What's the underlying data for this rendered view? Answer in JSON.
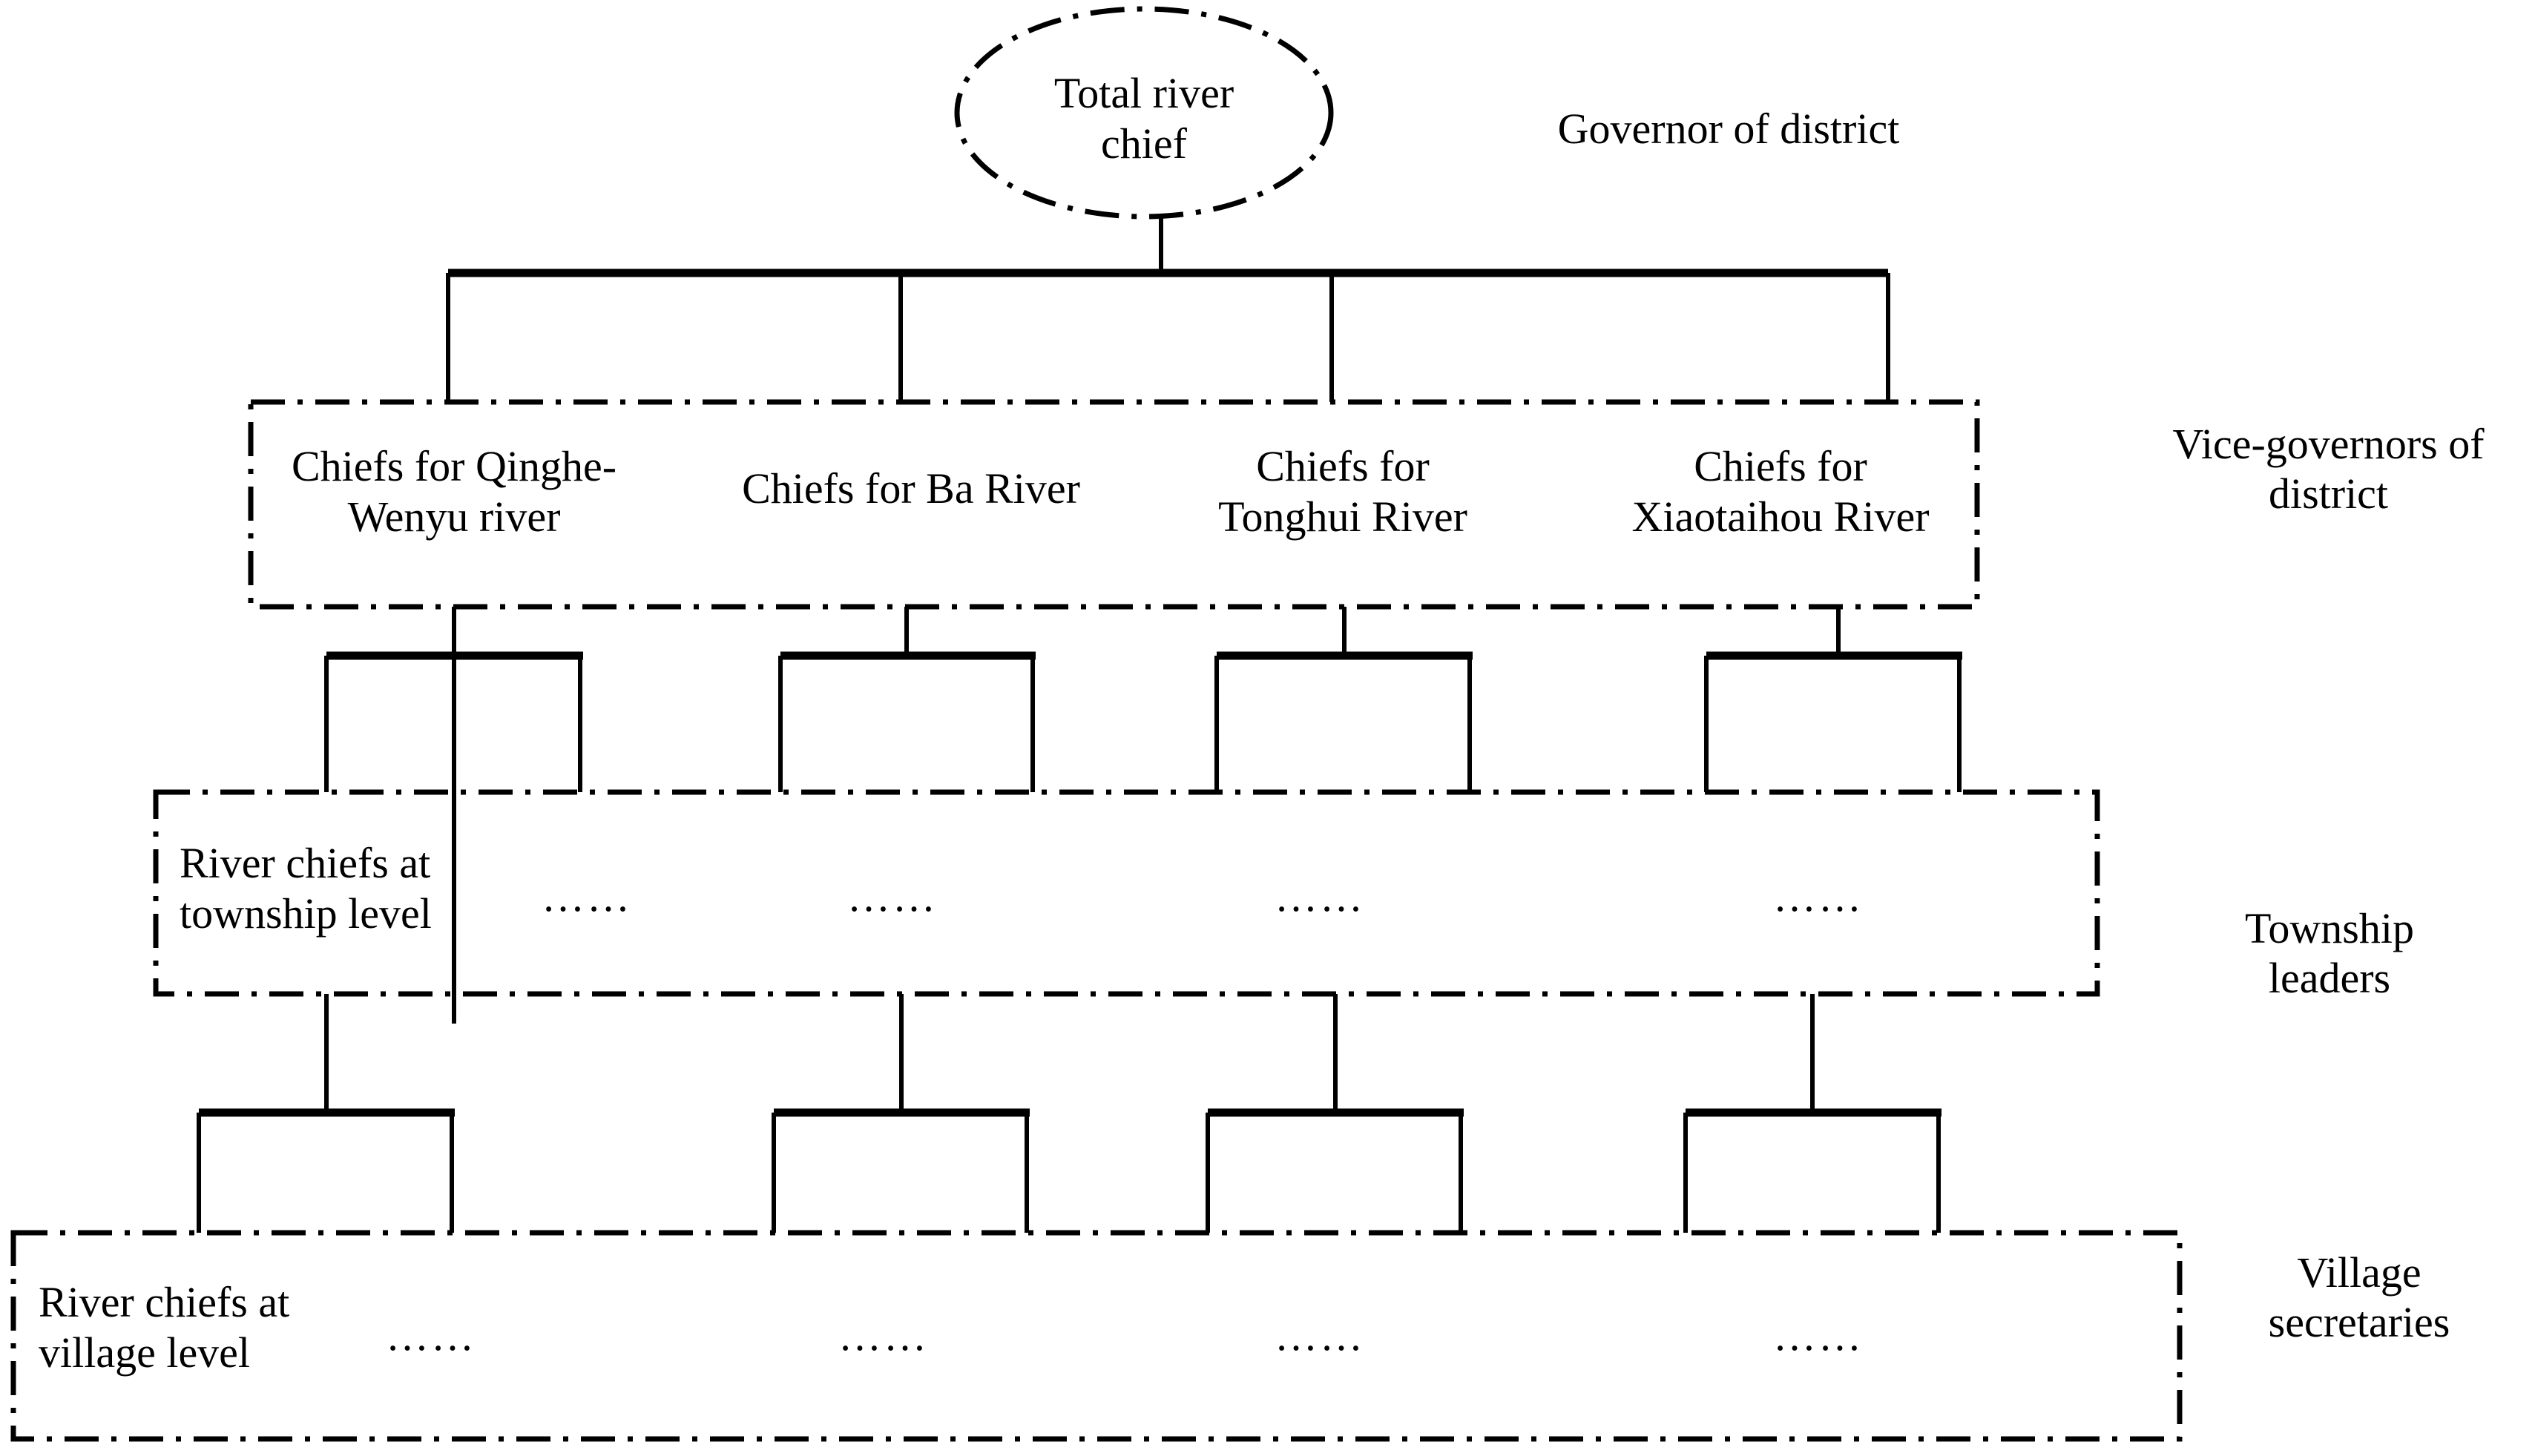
{
  "diagram": {
    "title": "River chief system organizational hierarchy",
    "root": {
      "label": "Total river\nchief",
      "shape": "ellipse",
      "border": "dash-dot"
    },
    "level2": {
      "border": "dash-dot",
      "nodes": [
        {
          "label": "Chiefs for Qinghe-\nWenyu river"
        },
        {
          "label": "Chiefs for Ba River"
        },
        {
          "label": "Chiefs for\nTonghui River"
        },
        {
          "label": "Chiefs for\nXiaotaihou River"
        }
      ]
    },
    "level3": {
      "border": "dash-dot",
      "label": "River chiefs at\ntownship level",
      "ellipsis": [
        "……",
        "……",
        "……",
        "……"
      ]
    },
    "level4": {
      "border": "dash-dot",
      "label": "River chiefs at\n village level",
      "ellipsis": [
        "……",
        "……",
        "……",
        "……"
      ]
    },
    "side_labels": [
      {
        "name": "governor",
        "text": "Governor of district"
      },
      {
        "name": "vice-governors",
        "text": "Vice-governors of\ndistrict"
      },
      {
        "name": "township-leaders",
        "text": "Township\nleaders"
      },
      {
        "name": "village-secretaries",
        "text": "Village\nsecretaries"
      }
    ],
    "colors": {
      "stroke": "#000000",
      "background": "#ffffff",
      "text": "#000000"
    }
  }
}
